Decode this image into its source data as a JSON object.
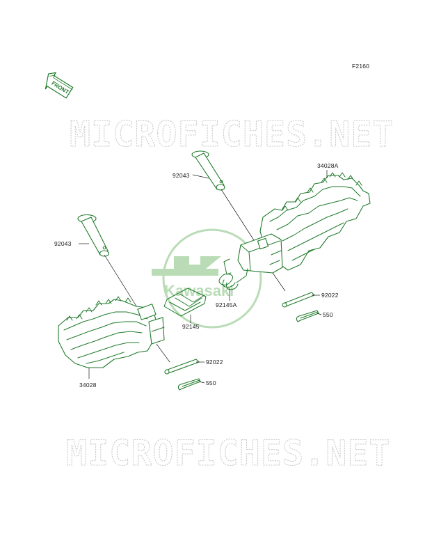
{
  "diagram": {
    "code": "F2160",
    "front_label": "FRONT",
    "brand": "Kawasaki",
    "watermark_top": "MICROFICHES.NET",
    "watermark_bottom": "MICROFICHES.NET",
    "part_labels": {
      "pin_right": "92043",
      "footpeg_right": "34028A",
      "pin_left": "92043",
      "spring_right": "92145A",
      "washer_right": "92022",
      "cotter_right": "550",
      "spring_left": "92145",
      "washer_left": "92022",
      "footpeg_left": "34028",
      "cotter_left": "550"
    },
    "colors": {
      "line": "#1f7a2a",
      "logo": "#b9dcb6",
      "watermark": "#c9c9c9",
      "text": "#1a1a1a"
    }
  }
}
